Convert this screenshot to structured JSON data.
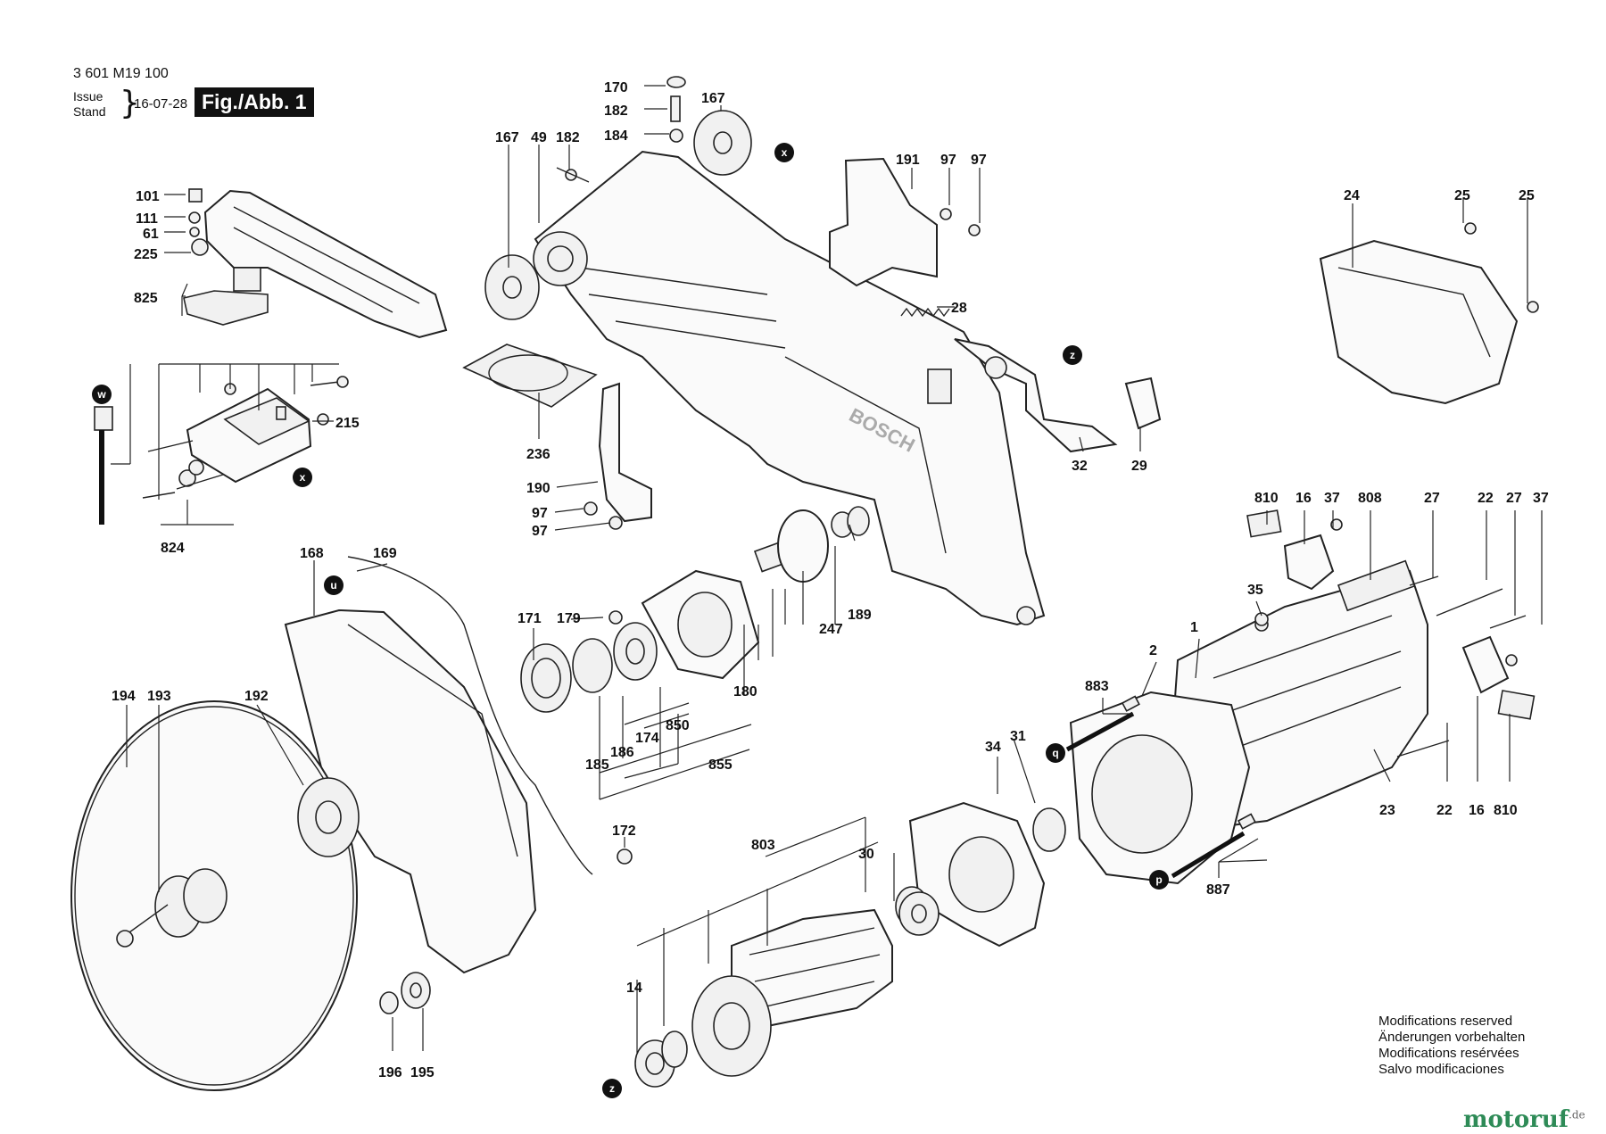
{
  "header": {
    "part_number": "3 601 M19 100",
    "issue_label": "Issue",
    "stand_label": "Stand",
    "issue_date": "16-07-28",
    "figure": "Fig./Abb. 1"
  },
  "brand": "BOSCH",
  "watermark": {
    "text": "motoruf",
    "suffix": ".de",
    "color": "#2e8b57"
  },
  "modifications_notice": [
    "Modifications reserved",
    "Änderungen vorbehalten",
    "Modifications resérvées",
    "Salvo modificaciones"
  ],
  "markers": [
    "x",
    "x",
    "w",
    "z",
    "z",
    "u",
    "q",
    "p"
  ],
  "part_labels": [
    "170",
    "182",
    "184",
    "167",
    "167",
    "49",
    "182",
    "191",
    "97",
    "97",
    "24",
    "25",
    "25",
    "101",
    "111",
    "61",
    "225",
    "825",
    "28",
    "215",
    "236",
    "32",
    "29",
    "190",
    "97",
    "97",
    "824",
    "168",
    "169",
    "810",
    "16",
    "37",
    "808",
    "27",
    "22",
    "27",
    "37",
    "171",
    "179",
    "189",
    "247",
    "35",
    "1",
    "2",
    "883",
    "180",
    "850",
    "174",
    "186",
    "185",
    "855",
    "194",
    "193",
    "192",
    "34",
    "31",
    "172",
    "803",
    "30",
    "23",
    "22",
    "16",
    "810",
    "887",
    "14",
    "196",
    "195"
  ]
}
